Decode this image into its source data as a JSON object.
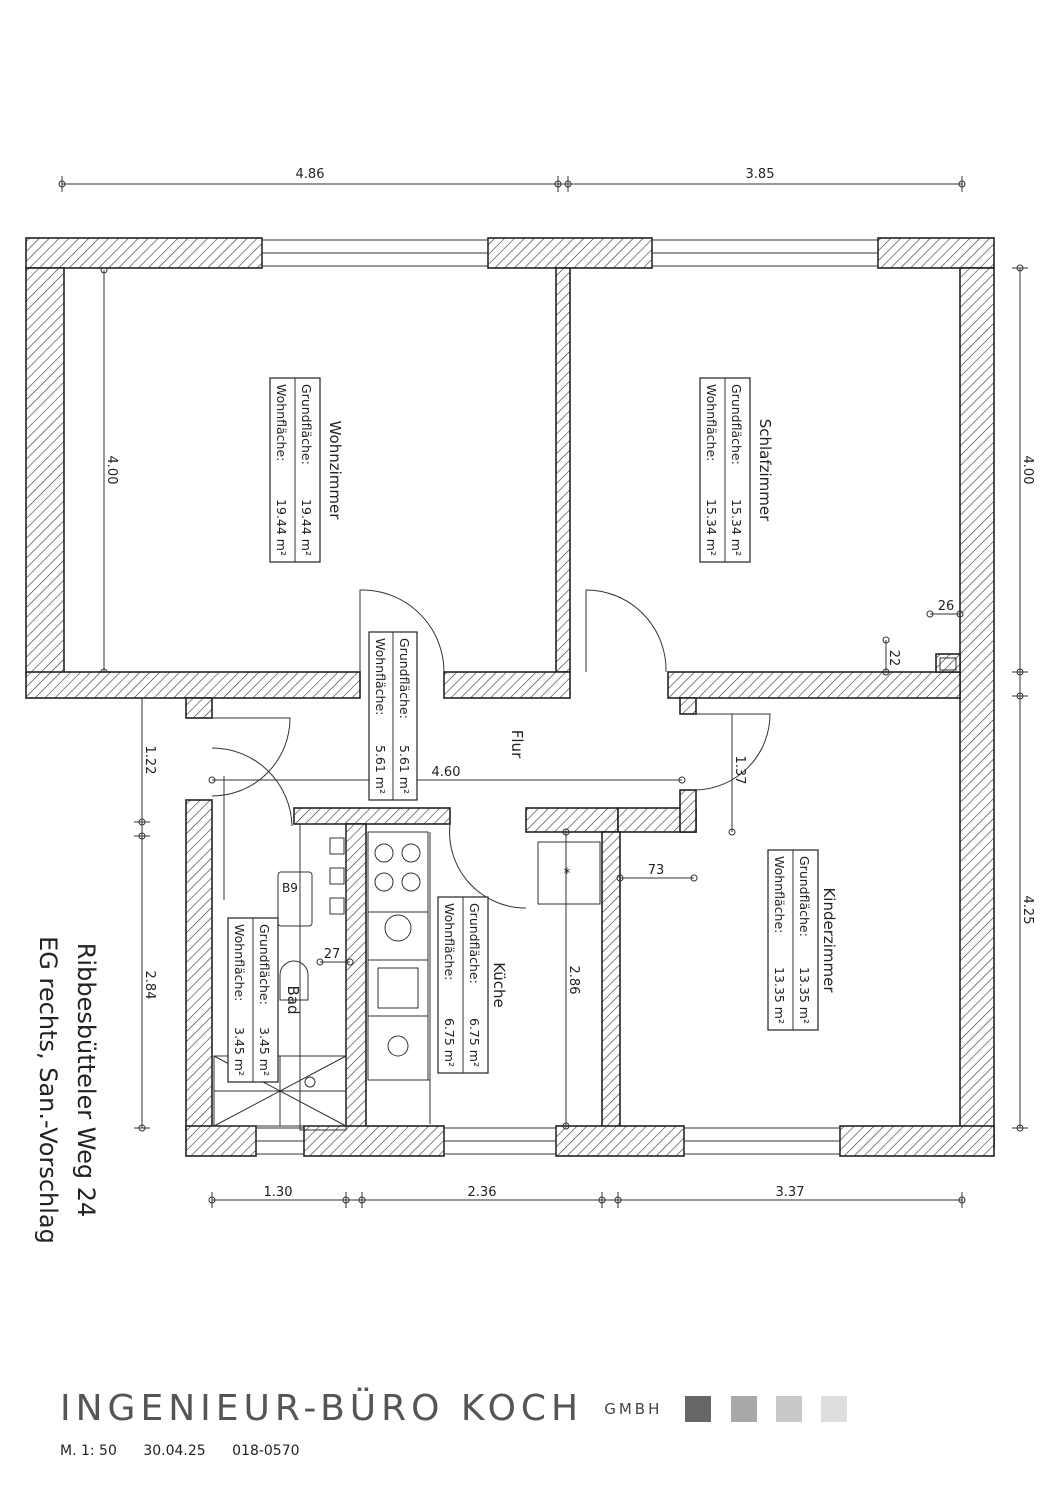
{
  "dimensions": {
    "top_left": "4.86",
    "top_right": "3.85",
    "left_upper": "4.00",
    "right_upper": "4.00",
    "right_lower": "4.25",
    "left_flur": "1.22",
    "left_bath": "2.84",
    "flur_width": "4.60",
    "flur_right": "1.37",
    "kueche_depth": "2.86",
    "chimney_w": "26",
    "chimney_h": "22",
    "kinder_offset": "73",
    "bad_wall": "27",
    "bottom_left": "1.30",
    "bottom_mid": "2.36",
    "bottom_right": "3.37"
  },
  "rooms": {
    "wohnzimmer": {
      "name": "Wohnzimmer",
      "grund_label": "Grundfläche:",
      "grund_value": "19.44 m²",
      "wohn_label": "Wohnfläche:",
      "wohn_value": "19.44 m²"
    },
    "schlafzimmer": {
      "name": "Schlafzimmer",
      "grund_label": "Grundfläche:",
      "grund_value": "15.34 m²",
      "wohn_label": "Wohnfläche:",
      "wohn_value": "15.34 m²"
    },
    "flur": {
      "name": "Flur",
      "grund_label": "Grundfläche:",
      "grund_value": "5.61 m²",
      "wohn_label": "Wohnfläche:",
      "wohn_value": "5.61 m²"
    },
    "kueche": {
      "name": "Küche",
      "grund_label": "Grundfläche:",
      "grund_value": "6.75 m²",
      "wohn_label": "Wohnfläche:",
      "wohn_value": "6.75 m²"
    },
    "kinderzimmer": {
      "name": "Kinderzimmer",
      "grund_label": "Grundfläche:",
      "grund_value": "13.35 m²",
      "wohn_label": "Wohnfläche:",
      "wohn_value": "13.35 m²"
    },
    "bad": {
      "name": "Bad",
      "grund_label": "Grundfläche:",
      "grund_value": "3.45 m²",
      "wohn_label": "Wohnfläche:",
      "wohn_value": "3.45 m²"
    }
  },
  "project": {
    "address": "Ribbesbütteler Weg 24",
    "subtitle": "EG rechts, San.-Vorschlag"
  },
  "footer": {
    "company": "INGENIEUR-BÜRO KOCH",
    "company_suffix": "GMBH",
    "scale": "M. 1: 50",
    "date": "30.04.25",
    "number": "018-0570",
    "square_colors": [
      "#666666",
      "#a9a9a9",
      "#c9c9c9",
      "#dedede"
    ]
  }
}
